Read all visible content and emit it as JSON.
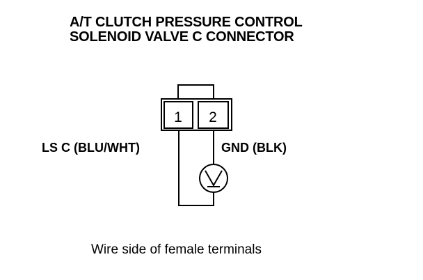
{
  "title": {
    "line1": "A/T CLUTCH PRESSURE CONTROL",
    "line2": "SOLENOID VALVE C CONNECTOR"
  },
  "connector": {
    "pins": [
      {
        "number": "1"
      },
      {
        "number": "2"
      }
    ]
  },
  "wires": {
    "left_label": "LS C (BLU/WHT)",
    "right_label": "GND (BLK)"
  },
  "meter": {
    "icon": "voltmeter-icon",
    "symbol": "V"
  },
  "caption": "Wire side of female terminals"
}
